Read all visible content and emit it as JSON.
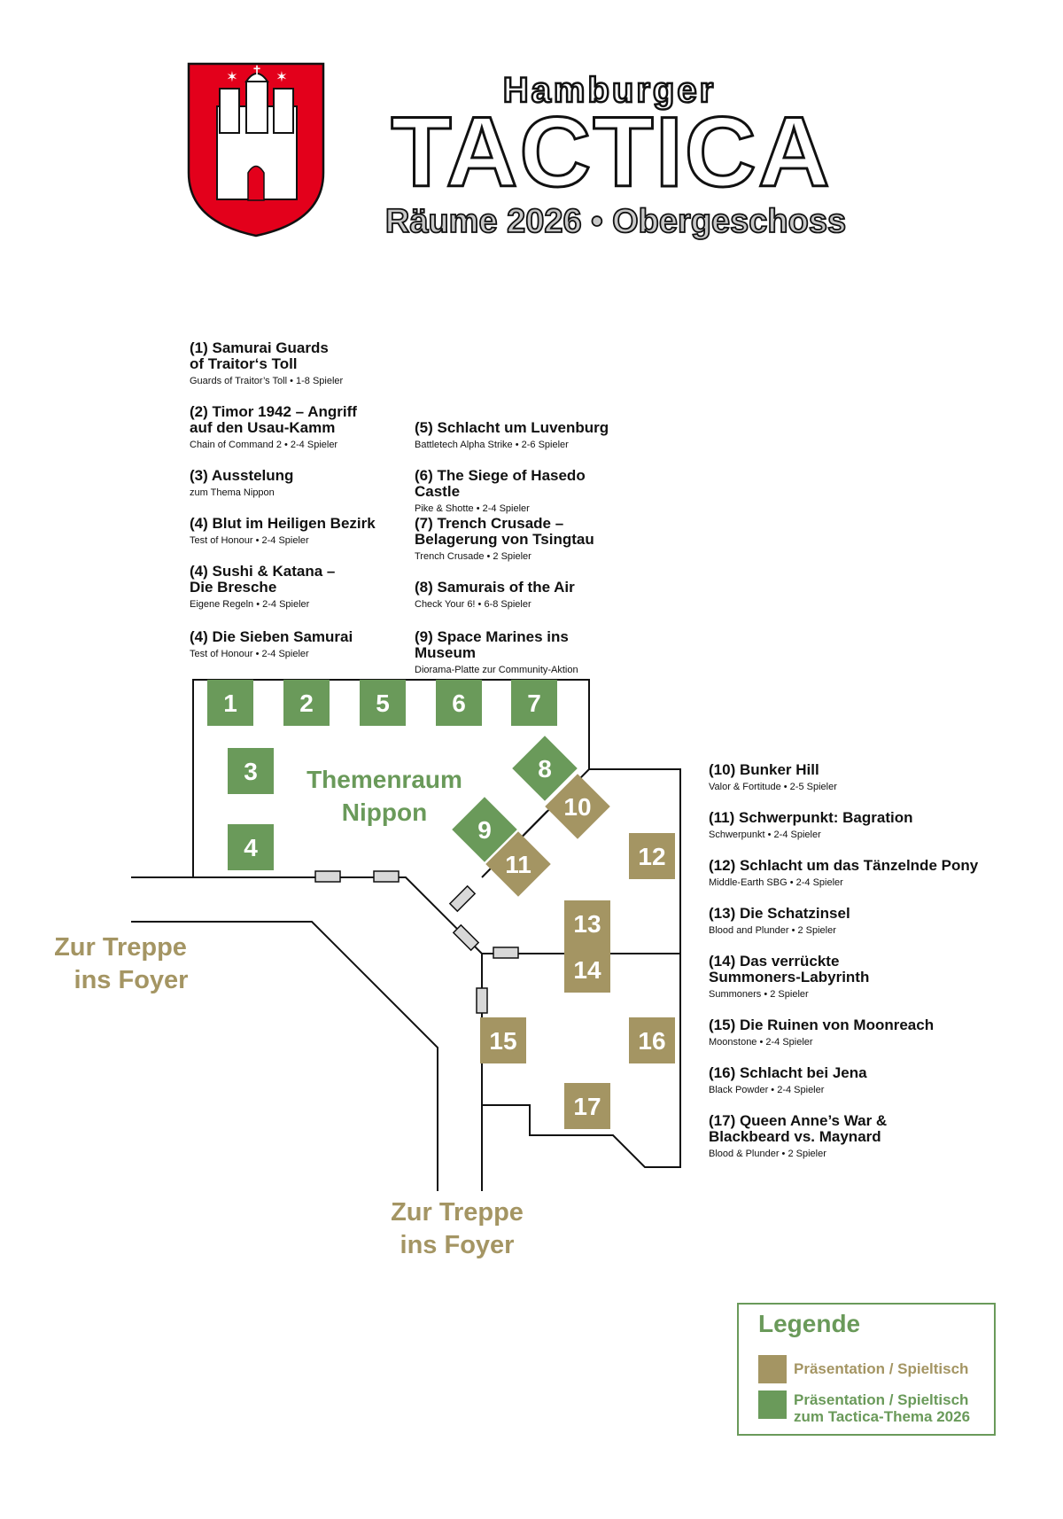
{
  "header": {
    "brand_small": "Hamburger",
    "brand_big": "TACTICA",
    "subtitle": "Räume 2026 • Obergeschoss"
  },
  "colors": {
    "olive": "#a49563",
    "green": "#6a9a5a",
    "coat_red": "#e3001b"
  },
  "entries_left": [
    {
      "title": "(1) Samurai Guards\nof Traitor‘s Toll",
      "sub": "Guards of Traitor’s Toll • 1-8 Spieler"
    },
    {
      "title": "(2) Timor 1942 – Angriff\nauf den Usau-Kamm",
      "sub": "Chain of Command 2 • 2-4 Spieler"
    },
    {
      "title": "(3) Ausstelung",
      "sub": "zum Thema Nippon"
    },
    {
      "title": "(4) Blut im Heiligen Bezirk",
      "sub": "Test of Honour • 2-4 Spieler"
    },
    {
      "title": "(4) Sushi & Katana –\nDie Bresche",
      "sub": "Eigene Regeln • 2-4 Spieler"
    },
    {
      "title": "(4) Die Sieben Samurai",
      "sub": "Test of Honour • 2-4 Spieler"
    }
  ],
  "entries_mid": [
    {
      "title": "(5) Schlacht um Luvenburg",
      "sub": "Battletech Alpha Strike • 2-6 Spieler"
    },
    {
      "title": "(6) The Siege of Hasedo Castle",
      "sub": "Pike & Shotte • 2-4 Spieler"
    },
    {
      "title": "(7) Trench Crusade –\nBelagerung von Tsingtau",
      "sub": "Trench Crusade • 2 Spieler"
    },
    {
      "title": "(8) Samurais of the Air",
      "sub": "Check Your 6! • 6-8 Spieler"
    },
    {
      "title": "(9) Space Marines ins Museum",
      "sub": "Diorama-Platte zur Community-Aktion"
    }
  ],
  "entries_right": [
    {
      "title": "(10) Bunker Hill",
      "sub": "Valor & Fortitude • 2-5 Spieler"
    },
    {
      "title": "(11) Schwerpunkt: Bagration",
      "sub": "Schwerpunkt • 2-4 Spieler"
    },
    {
      "title": "(12) Schlacht um das Tänzelnde Pony",
      "sub": "Middle-Earth SBG • 2-4 Spieler"
    },
    {
      "title": "(13) Die Schatzinsel",
      "sub": "Blood and Plunder • 2 Spieler"
    },
    {
      "title": "(14) Das verrückte\nSummoners-Labyrinth",
      "sub": "Summoners • 2 Spieler"
    },
    {
      "title": "(15) Die Ruinen von Moonreach",
      "sub": "Moonstone • 2-4 Spieler"
    },
    {
      "title": "(16) Schlacht bei Jena",
      "sub": "Black Powder • 2-4 Spieler"
    },
    {
      "title": "(17) Queen Anne’s War &\nBlackbeard vs. Maynard",
      "sub": "Blood & Plunder • 2 Spieler"
    }
  ],
  "tables": [
    {
      "num": "1",
      "theme": true
    },
    {
      "num": "2",
      "theme": true
    },
    {
      "num": "5",
      "theme": true
    },
    {
      "num": "6",
      "theme": true
    },
    {
      "num": "7",
      "theme": true
    },
    {
      "num": "3",
      "theme": true
    },
    {
      "num": "4",
      "theme": true
    },
    {
      "num": "8",
      "theme": true
    },
    {
      "num": "9",
      "theme": true
    },
    {
      "num": "10",
      "theme": false
    },
    {
      "num": "11",
      "theme": false
    },
    {
      "num": "12",
      "theme": false
    },
    {
      "num": "13",
      "theme": false
    },
    {
      "num": "14",
      "theme": false
    },
    {
      "num": "15",
      "theme": false
    },
    {
      "num": "16",
      "theme": false
    },
    {
      "num": "17",
      "theme": false
    }
  ],
  "map_labels": {
    "theme_room": [
      "Themenraum",
      "Nippon"
    ],
    "stairs_left": [
      "Zur Treppe",
      "ins Foyer"
    ],
    "stairs_bottom": [
      "Zur Treppe",
      "ins Foyer"
    ]
  },
  "legend": {
    "title": "Legende",
    "item1": "Präsentation / Spieltisch",
    "item2_line1": "Präsentation / Spieltisch",
    "item2_line2": "zum Tactica-Thema 2026"
  }
}
